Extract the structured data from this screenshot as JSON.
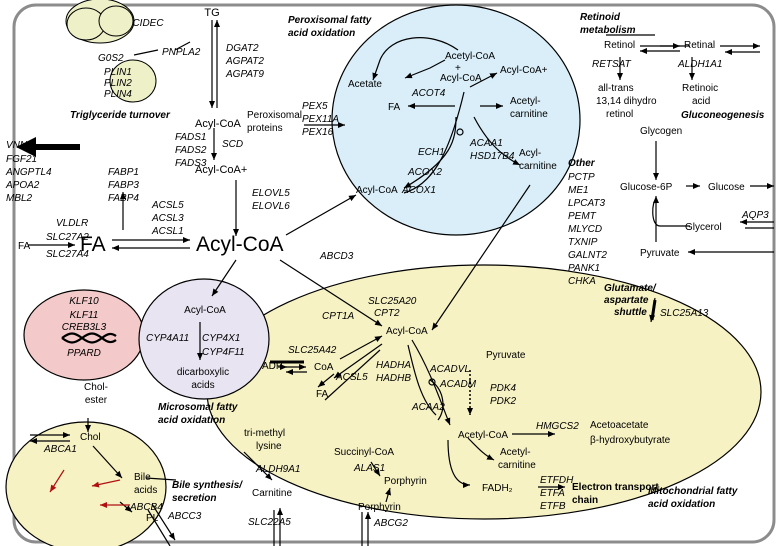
{
  "colors": {
    "red": "#e8281e",
    "purple": "#4b3c93",
    "green": "#1a9b4b",
    "black": "#000000",
    "cell_border": "#8c8c8c",
    "peroxisome_fill": "#d9eef8",
    "mitochondria_fill": "#f6f2c4",
    "nucleus_fill": "#f3c9c9",
    "microsome_fill": "#e8e4f1",
    "droplet_fill": "#eef0c8",
    "bile_fill": "#f6f2c4"
  },
  "labels": [
    {
      "text": "TG",
      "color": "black",
      "size": 11
    },
    {
      "text": "CIDEC",
      "color": "purple",
      "size": 10,
      "gene": true
    },
    {
      "text": "G0S2",
      "color": "green",
      "size": 10,
      "gene": true
    },
    {
      "text": "PNPLA2",
      "color": "purple",
      "size": 10,
      "gene": true
    },
    {
      "text": "PLIN1",
      "color": "purple",
      "size": 10,
      "gene": true
    },
    {
      "text": "PLIN2",
      "color": "red",
      "size": 10,
      "gene": true
    },
    {
      "text": "PLIN4",
      "color": "purple",
      "size": 10,
      "gene": true
    },
    {
      "text": "DGAT2",
      "color": "green",
      "size": 10,
      "gene": true
    },
    {
      "text": "AGPAT2",
      "color": "purple",
      "size": 10,
      "gene": true
    },
    {
      "text": "AGPAT9",
      "color": "green",
      "size": 10,
      "gene": true
    },
    {
      "text": "Triglyceride turnover",
      "color": "black",
      "size": 10,
      "title": true
    },
    {
      "text": "Acyl-CoA",
      "color": "black",
      "size": 11
    },
    {
      "text": "FADS1",
      "color": "green",
      "size": 10,
      "gene": true
    },
    {
      "text": "FADS2",
      "color": "green",
      "size": 10,
      "gene": true
    },
    {
      "text": "FADS3",
      "color": "green",
      "size": 10,
      "gene": true
    },
    {
      "text": "SCD",
      "color": "green",
      "size": 10,
      "gene": true
    },
    {
      "text": "Acyl-CoA+",
      "color": "black",
      "size": 11
    },
    {
      "text": "ELOVL5",
      "color": "green",
      "size": 10,
      "gene": true
    },
    {
      "text": "ELOVL6",
      "color": "green",
      "size": 10,
      "gene": true
    },
    {
      "text": "VNN1",
      "color": "purple",
      "size": 10,
      "gene": true
    },
    {
      "text": "FGF21",
      "color": "red",
      "size": 10,
      "gene": true
    },
    {
      "text": "ANGPTL4",
      "color": "red",
      "size": 10,
      "gene": true
    },
    {
      "text": "APOA2",
      "color": "purple",
      "size": 10,
      "gene": true
    },
    {
      "text": "MBL2",
      "color": "red",
      "size": 10,
      "gene": true
    },
    {
      "text": "FABP1",
      "color": "red",
      "size": 10,
      "gene": true
    },
    {
      "text": "FABP3",
      "color": "purple",
      "size": 10,
      "gene": true
    },
    {
      "text": "FABP4",
      "color": "green",
      "size": 10,
      "gene": true
    },
    {
      "text": "ACSL5",
      "color": "red",
      "size": 10,
      "gene": true
    },
    {
      "text": "ACSL3",
      "color": "red",
      "size": 10,
      "gene": true
    },
    {
      "text": "ACSL1",
      "color": "red",
      "size": 10,
      "gene": true
    },
    {
      "text": "VLDLR",
      "color": "red",
      "size": 10,
      "gene": true
    },
    {
      "text": "SLC27A2",
      "color": "red",
      "size": 10,
      "gene": true
    },
    {
      "text": "SLC27A4",
      "color": "red",
      "size": 10,
      "gene": true
    },
    {
      "text": "FA",
      "color": "black",
      "size": 10
    },
    {
      "text": "FA",
      "color": "black",
      "size": 21
    },
    {
      "text": "Acyl-CoA",
      "color": "black",
      "size": 21
    },
    {
      "text": "ABCD3",
      "color": "purple",
      "size": 10,
      "gene": true
    },
    {
      "text": "Peroxisomal fatty",
      "color": "black",
      "size": 10,
      "title": true
    },
    {
      "text": "acid oxidation",
      "color": "black",
      "size": 10,
      "title": true
    },
    {
      "text": "Acetate",
      "color": "black",
      "size": 10
    },
    {
      "text": "Acetyl-CoA",
      "color": "black",
      "size": 10
    },
    {
      "text": "+",
      "color": "black",
      "size": 10
    },
    {
      "text": "Acyl-CoA",
      "color": "black",
      "size": 10
    },
    {
      "text": "Acyl-CoA+",
      "color": "black",
      "size": 10
    },
    {
      "text": "ACOT4",
      "color": "green",
      "size": 10,
      "gene": true
    },
    {
      "text": "FA",
      "color": "black",
      "size": 10
    },
    {
      "text": "Acetyl-",
      "color": "black",
      "size": 10
    },
    {
      "text": "carnitine",
      "color": "black",
      "size": 10
    },
    {
      "text": "PEX5",
      "color": "green",
      "size": 10,
      "gene": true
    },
    {
      "text": "PEX11A",
      "color": "red",
      "size": 10,
      "gene": true
    },
    {
      "text": "PEX16",
      "color": "green",
      "size": 10,
      "gene": true
    },
    {
      "text": "Peroxisomal",
      "color": "black",
      "size": 10
    },
    {
      "text": "proteins",
      "color": "black",
      "size": 10
    },
    {
      "text": "ECH1",
      "color": "red",
      "size": 10,
      "gene": true
    },
    {
      "text": "ACAA1",
      "color": "red",
      "size": 10,
      "gene": true
    },
    {
      "text": "HSD17B4",
      "color": "red",
      "size": 10,
      "gene": true
    },
    {
      "text": "ACOX2",
      "color": "green",
      "size": 10,
      "gene": true
    },
    {
      "text": "ACOX1",
      "color": "purple",
      "size": 10,
      "gene": true
    },
    {
      "text": "Acyl-CoA",
      "color": "black",
      "size": 10
    },
    {
      "text": "Acyl-",
      "color": "black",
      "size": 10
    },
    {
      "text": "carnitine",
      "color": "black",
      "size": 10
    },
    {
      "text": "Retinoid",
      "color": "black",
      "size": 10,
      "title": true
    },
    {
      "text": "metabolism",
      "color": "black",
      "size": 10,
      "title": true
    },
    {
      "text": "Retinol",
      "color": "black",
      "size": 10
    },
    {
      "text": "Retinal",
      "color": "black",
      "size": 10
    },
    {
      "text": "RETSAT",
      "color": "red",
      "size": 10,
      "gene": true
    },
    {
      "text": "ALDH1A1",
      "color": "green",
      "size": 10,
      "gene": true
    },
    {
      "text": "all-trans",
      "color": "black",
      "size": 10
    },
    {
      "text": "13,14 dihydro",
      "color": "black",
      "size": 10
    },
    {
      "text": "retinol",
      "color": "black",
      "size": 10
    },
    {
      "text": "Retinoic",
      "color": "black",
      "size": 10
    },
    {
      "text": "acid",
      "color": "black",
      "size": 10
    },
    {
      "text": "Gluconeogenesis",
      "color": "black",
      "size": 10,
      "title": true
    },
    {
      "text": "Glycogen",
      "color": "black",
      "size": 10
    },
    {
      "text": "Other",
      "color": "black",
      "size": 10,
      "title": true
    },
    {
      "text": "PCTP",
      "color": "purple",
      "size": 10,
      "gene": true
    },
    {
      "text": "ME1",
      "color": "red",
      "size": 10,
      "gene": true
    },
    {
      "text": "LPCAT3",
      "color": "red",
      "size": 10,
      "gene": true
    },
    {
      "text": "PEMT",
      "color": "red",
      "size": 10,
      "gene": true
    },
    {
      "text": "MLYCD",
      "color": "purple",
      "size": 10,
      "gene": true
    },
    {
      "text": "TXNIP",
      "color": "purple",
      "size": 10,
      "gene": true
    },
    {
      "text": "GALNT2",
      "color": "purple",
      "size": 10,
      "gene": true
    },
    {
      "text": "PANK1",
      "color": "purple",
      "size": 10,
      "gene": true
    },
    {
      "text": "CHKA",
      "color": "green",
      "size": 10,
      "gene": true
    },
    {
      "text": "Glucose-6P",
      "color": "black",
      "size": 10
    },
    {
      "text": "Glucose",
      "color": "black",
      "size": 10
    },
    {
      "text": "Glycerol",
      "color": "black",
      "size": 10
    },
    {
      "text": "AQP3",
      "color": "red",
      "size": 10,
      "gene": true
    },
    {
      "text": "Pyruvate",
      "color": "black",
      "size": 10
    },
    {
      "text": "Glutamate/",
      "color": "black",
      "size": 10,
      "title": true
    },
    {
      "text": "aspartate",
      "color": "black",
      "size": 10,
      "title": true
    },
    {
      "text": "shuttle",
      "color": "black",
      "size": 10,
      "title": true
    },
    {
      "text": "SLC25A13",
      "color": "green",
      "size": 10,
      "gene": true
    },
    {
      "text": "KLF10",
      "color": "red",
      "size": 10,
      "gene": true
    },
    {
      "text": "KLF11",
      "color": "red",
      "size": 10,
      "gene": true
    },
    {
      "text": "CREB3L3",
      "color": "purple",
      "size": 10,
      "gene": true
    },
    {
      "text": "PPARD",
      "color": "green",
      "size": 10,
      "gene": true
    },
    {
      "text": "Acyl-CoA",
      "color": "black",
      "size": 10
    },
    {
      "text": "CYP4A11",
      "color": "red",
      "size": 10,
      "gene": true
    },
    {
      "text": "CYP4X1",
      "color": "purple",
      "size": 10,
      "gene": true
    },
    {
      "text": "CYP4F11",
      "color": "green",
      "size": 10,
      "gene": true
    },
    {
      "text": "dicarboxylic",
      "color": "black",
      "size": 10
    },
    {
      "text": "acids",
      "color": "black",
      "size": 10
    },
    {
      "text": "Microsomal fatty",
      "color": "black",
      "size": 10,
      "title": true
    },
    {
      "text": "acid oxidation",
      "color": "black",
      "size": 10,
      "title": true
    },
    {
      "text": "CPT1A",
      "color": "red",
      "size": 10,
      "gene": true
    },
    {
      "text": "SLC25A20",
      "color": "purple",
      "size": 10,
      "gene": true
    },
    {
      "text": "CPT2",
      "color": "red",
      "size": 10,
      "gene": true
    },
    {
      "text": "Acyl-CoA",
      "color": "black",
      "size": 10
    },
    {
      "text": "SLC25A42",
      "color": "purple",
      "size": 10,
      "gene": true
    },
    {
      "text": "ADP",
      "color": "black",
      "size": 10
    },
    {
      "text": "CoA",
      "color": "black",
      "size": 10
    },
    {
      "text": "ACSL5",
      "color": "red",
      "size": 10,
      "gene": true
    },
    {
      "text": "FA",
      "color": "black",
      "size": 10
    },
    {
      "text": "HADHA",
      "color": "red",
      "size": 10,
      "gene": true
    },
    {
      "text": "HADHB",
      "color": "red",
      "size": 10,
      "gene": true
    },
    {
      "text": "ACADVL",
      "color": "red",
      "size": 10,
      "gene": true
    },
    {
      "text": "ACADM",
      "color": "red",
      "size": 10,
      "gene": true
    },
    {
      "text": "ACAA2",
      "color": "green",
      "size": 10,
      "gene": true
    },
    {
      "text": "Pyruvate",
      "color": "black",
      "size": 10
    },
    {
      "text": "PDK4",
      "color": "red",
      "size": 10,
      "gene": true
    },
    {
      "text": "PDK2",
      "color": "green",
      "size": 10,
      "gene": true
    },
    {
      "text": "Acetyl-CoA",
      "color": "black",
      "size": 10
    },
    {
      "text": "HMGCS2",
      "color": "red",
      "size": 10,
      "gene": true
    },
    {
      "text": "Acetoacetate",
      "color": "black",
      "size": 10
    },
    {
      "text": "β-hydroxybutyrate",
      "color": "black",
      "size": 10
    },
    {
      "text": "Acetyl-",
      "color": "black",
      "size": 10
    },
    {
      "text": "carnitine",
      "color": "black",
      "size": 10
    },
    {
      "text": "FADH₂",
      "color": "black",
      "size": 10
    },
    {
      "text": "ETFDH",
      "color": "red",
      "size": 10,
      "gene": true
    },
    {
      "text": "ETFA",
      "color": "red",
      "size": 10,
      "gene": true
    },
    {
      "text": "ETFB",
      "color": "green",
      "size": 10,
      "gene": true
    },
    {
      "text": "Electron transport",
      "color": "black",
      "size": 10,
      "bold": true
    },
    {
      "text": "chain",
      "color": "black",
      "size": 10,
      "bold": true
    },
    {
      "text": "Mitochondrial fatty",
      "color": "black",
      "size": 10,
      "title": true
    },
    {
      "text": "acid oxidation",
      "color": "black",
      "size": 10,
      "title": true
    },
    {
      "text": "Succinyl-CoA",
      "color": "black",
      "size": 10
    },
    {
      "text": "ALAS1",
      "color": "red",
      "size": 10,
      "gene": true
    },
    {
      "text": "Porphyrin",
      "color": "black",
      "size": 10
    },
    {
      "text": "Porphyrin",
      "color": "black",
      "size": 10
    },
    {
      "text": "ABCG2",
      "color": "red",
      "size": 10,
      "gene": true
    },
    {
      "text": "tri-methyl",
      "color": "black",
      "size": 10
    },
    {
      "text": "lysine",
      "color": "black",
      "size": 10
    },
    {
      "text": "ALDH9A1",
      "color": "purple",
      "size": 10,
      "gene": true
    },
    {
      "text": "Carnitine",
      "color": "black",
      "size": 10
    },
    {
      "text": "SLC22A5",
      "color": "green",
      "size": 10,
      "gene": true
    },
    {
      "text": "Chol-",
      "color": "black",
      "size": 10
    },
    {
      "text": "ester",
      "color": "black",
      "size": 10
    },
    {
      "text": "Chol",
      "color": "black",
      "size": 10
    },
    {
      "text": "ABCA1",
      "color": "purple",
      "size": 10,
      "gene": true
    },
    {
      "text": "Bile",
      "color": "black",
      "size": 10
    },
    {
      "text": "acids",
      "color": "black",
      "size": 10
    },
    {
      "text": "ABCB4",
      "color": "purple",
      "size": 10,
      "gene": true
    },
    {
      "text": "PL",
      "color": "black",
      "size": 10
    },
    {
      "text": "ABCC3",
      "color": "purple",
      "size": 10,
      "gene": true
    },
    {
      "text": "Bile synthesis/",
      "color": "black",
      "size": 10,
      "title": true
    },
    {
      "text": "secretion",
      "color": "black",
      "size": 10,
      "title": true
    }
  ]
}
